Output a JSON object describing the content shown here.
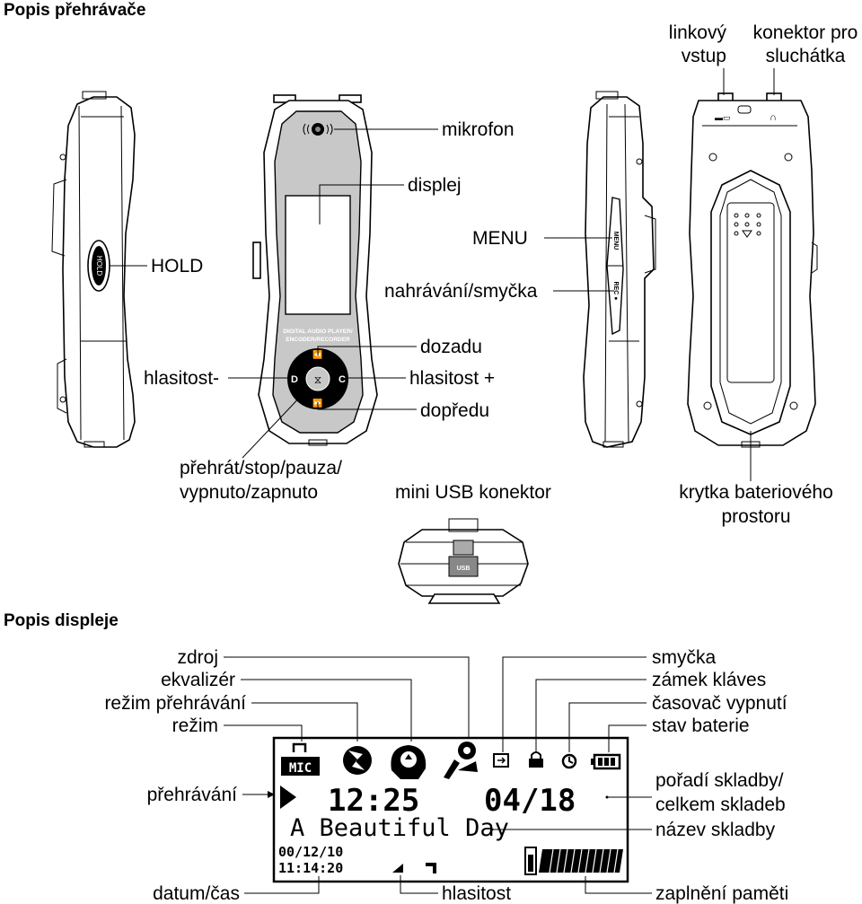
{
  "headings": {
    "player": "Popis přehrávače",
    "display": "Popis displeje"
  },
  "player_labels": {
    "line_in_1": "linkový",
    "line_in_2": "vstup",
    "headphones_1": "konektor pro",
    "headphones_2": "sluchátka",
    "microphone": "mikrofon",
    "display": "displej",
    "menu": "MENU",
    "hold": "HOLD",
    "record_loop": "nahrávání/smyčka",
    "back": "dozadu",
    "volume_minus": "hlasitost-",
    "volume_plus": "hlasitost +",
    "forward": "dopředu",
    "play_1": "přehrát/stop/pauza/",
    "play_2": "vypnuto/zapnuto",
    "mini_usb": "mini USB konektor",
    "battery_cover_1": "krytka bateriového",
    "battery_cover_2": "prostoru"
  },
  "device_print": {
    "front_line1": "DIGITAL AUDIO PLAYER/",
    "front_line2": "ENCODER/RECORDER",
    "hold_button": "HOLD",
    "menu_button": "MENU",
    "rec_button": "REC ●",
    "usb_port": "USB"
  },
  "display_labels": {
    "source": "zdroj",
    "equalizer": "ekvalizér",
    "play_mode": "režim přehrávání",
    "mode": "režim",
    "playback": "přehrávání",
    "datetime": "datum/čas",
    "volume": "hlasitost",
    "loop": "smyčka",
    "key_lock": "zámek kláves",
    "sleep_timer": "časovač vypnutí",
    "battery": "stav baterie",
    "track_order_1": "pořadí skladby/",
    "track_order_2": "celkem skladeb",
    "track_name": "název skladby",
    "memory": "zaplnění paměti"
  },
  "lcd": {
    "mode_text": "MIC",
    "time": "12:25",
    "track": "04/18",
    "title": "A Beautiful Day",
    "date": "00/12/10",
    "clock": "11:14:20"
  },
  "icons": [
    "rec-mode-icon",
    "shuffle-icon",
    "equalizer-icon",
    "source-icon",
    "loop-icon",
    "lock-icon",
    "timer-icon",
    "battery-icon",
    "play-icon",
    "volume-bars-icon",
    "memory-bar-icon"
  ],
  "colors": {
    "device_screen": "#c8c8c8",
    "ink": "#000000"
  }
}
